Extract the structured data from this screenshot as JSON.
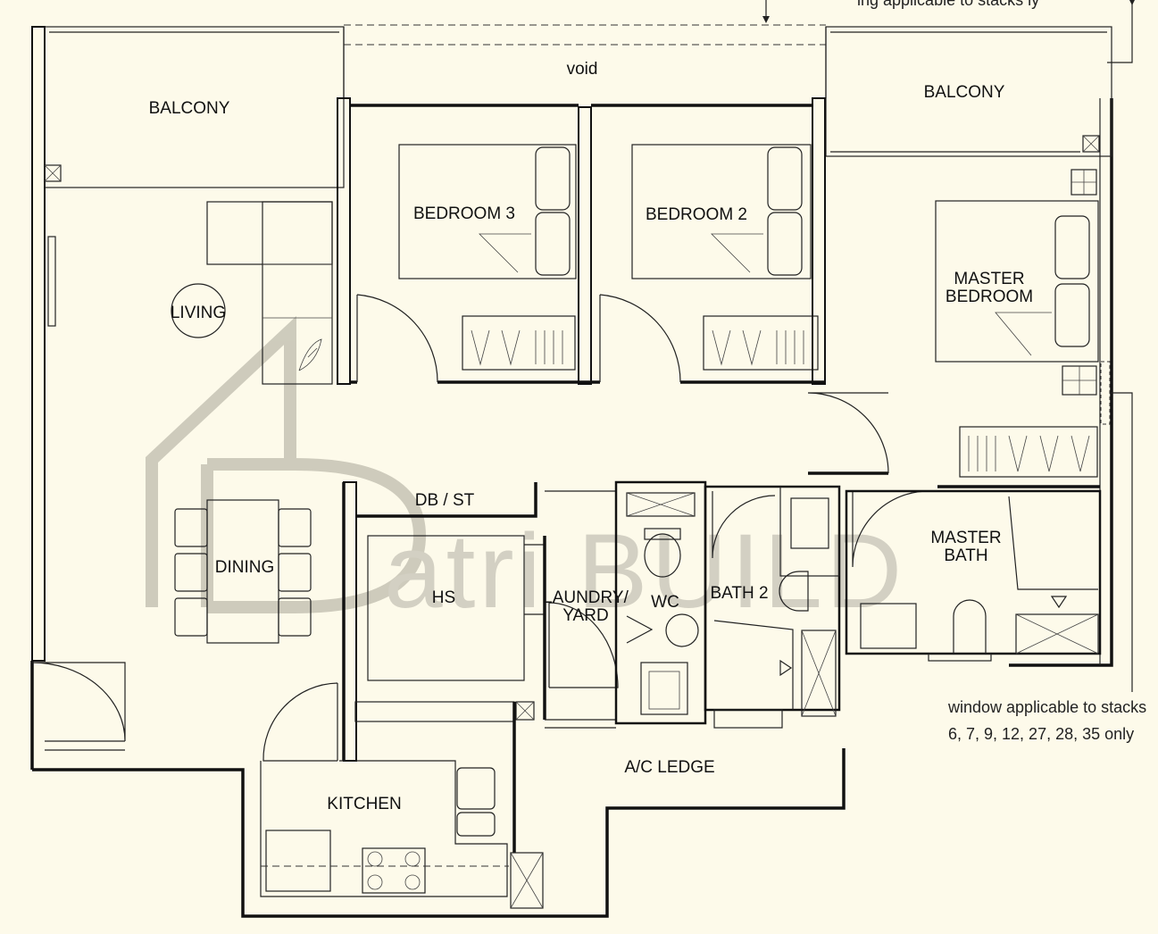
{
  "rooms": {
    "balcony_left": "BALCONY",
    "void": "void",
    "balcony_right": "BALCONY",
    "bedroom3": "BEDROOM 3",
    "bedroom2": "BEDROOM 2",
    "master_bedroom_line1": "MASTER",
    "master_bedroom_line2": "BEDROOM",
    "living": "LIVING",
    "dining": "DINING",
    "db_st": "DB / ST",
    "hs": "HS",
    "laundry_line1": "LAUNDRY/",
    "laundry_line2": "YARD",
    "wc": "WC",
    "bath2": "BATH 2",
    "master_bath_line1": "MASTER",
    "master_bath_line2": "BATH",
    "kitchen": "KITCHEN",
    "ac_ledge": "A/C LEDGE"
  },
  "notes": {
    "top_right_partial": "ing      applicable to stacks     ly",
    "window_line1": "window applicable to stacks",
    "window_line2": "6, 7, 9, 12, 27, 28, 35 only"
  },
  "watermark": {
    "text": "atri BUILD"
  },
  "colors": {
    "background": "#fdfaea",
    "wall": "#111111",
    "watermark": "#c9c6b8"
  }
}
